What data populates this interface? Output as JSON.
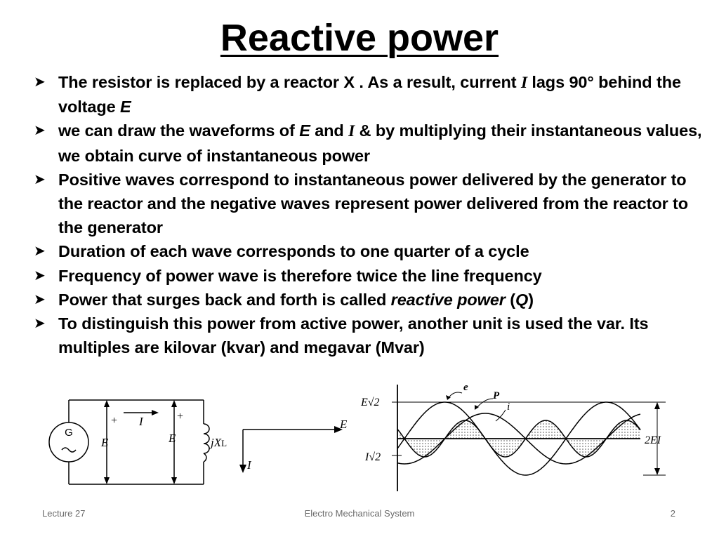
{
  "slide": {
    "title": "Reactive power",
    "bullets": [
      {
        "parts": [
          "The resistor is replaced by a reactor X . As a result, current ",
          "I",
          " lags 90° behind the voltage ",
          "E",
          ""
        ]
      },
      {
        "parts": [
          "we can draw the waveforms of ",
          "E",
          " and ",
          "I",
          " & by multiplying their instantaneous values, we obtain curve of instantaneous power"
        ]
      },
      {
        "parts": [
          "Positive waves correspond to instantaneous power delivered by the generator to the reactor and the negative waves represent power delivered from the reactor to the generator"
        ]
      },
      {
        "parts": [
          "Duration of each wave corresponds to one quarter of a cycle"
        ]
      },
      {
        "parts": [
          "Frequency of power wave is therefore twice the line frequency"
        ]
      },
      {
        "parts": [
          "Power that surges back and forth is called ",
          "reactive power",
          " (",
          "Q",
          ")"
        ]
      },
      {
        "parts": [
          "To distinguish this power from active power, another unit is used the var. Its multiples are kilovar (kvar) and megavar (Mvar)"
        ]
      }
    ]
  },
  "circuit": {
    "generator_label": "G",
    "plus_left": "+",
    "plus_right": "+",
    "current_label": "I",
    "voltage_left": "E",
    "voltage_right": "E",
    "reactance_label": "jX",
    "reactance_sub": "L"
  },
  "phasor": {
    "e_label": "E",
    "i_label": "I"
  },
  "waveform": {
    "e_max_label": "E√2",
    "i_max_label": "I√2",
    "curve_e_label": "e",
    "curve_p_label": "P",
    "curve_i_label": "i",
    "amplitude_label": "2EI"
  },
  "footer": {
    "left": "Lecture 27",
    "center": "Electro Mechanical System",
    "right": "2"
  }
}
